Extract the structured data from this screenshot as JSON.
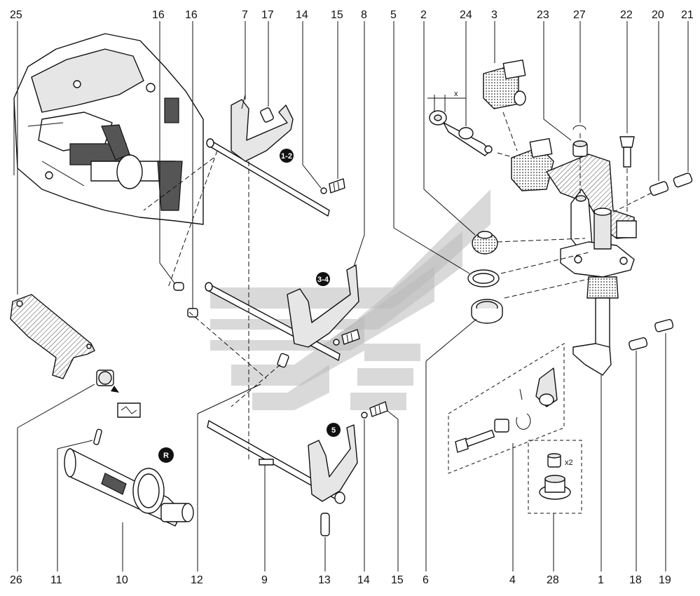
{
  "part_labels_top": [
    "25",
    "16",
    "16",
    "7",
    "17",
    "14",
    "15",
    "8",
    "5",
    "2",
    "24",
    "3",
    "23",
    "27",
    "22",
    "20",
    "21"
  ],
  "part_labels_bottom": [
    "26",
    "11",
    "10",
    "12",
    "9",
    "13",
    "14",
    "15",
    "6",
    "4",
    "28",
    "1",
    "18",
    "19"
  ],
  "gear_badges": [
    "1-2",
    "3-4",
    "5",
    "R"
  ],
  "annotations": {
    "x2": "x2",
    "dimension_x": "x"
  },
  "icons": [
    "gearbox-housing-illustration",
    "shift-fork-illustration",
    "selector-shaft-illustration",
    "watermark-logo"
  ]
}
